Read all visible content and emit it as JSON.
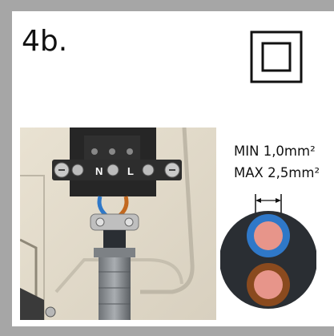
{
  "step": {
    "label": "4b."
  },
  "symbol": {
    "name": "class-ii-double-insulation-icon"
  },
  "terminal": {
    "left_label": "N",
    "right_label": "L"
  },
  "wire_spec": {
    "min": "MIN 1,0mm²",
    "max": "MAX 2,5mm²"
  },
  "colors": {
    "frame": "#a6a6a6",
    "wire_blue": "#2f78c8",
    "wire_brown": "#8a4a1e",
    "conductor": "#e7958a",
    "sheath": "#2a2e33"
  }
}
